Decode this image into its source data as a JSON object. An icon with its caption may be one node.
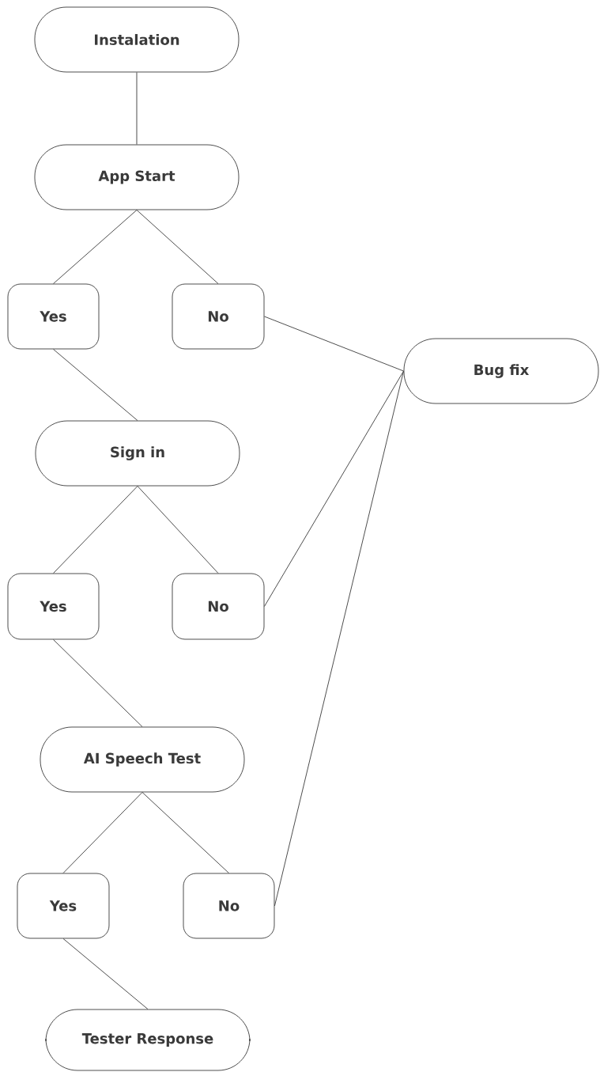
{
  "diagram": {
    "nodes": [
      {
        "text": [
          "Instalation"
        ]
      },
      {
        "text": [
          "App Start"
        ]
      },
      {
        "text": [
          "Yes"
        ]
      },
      {
        "text": [
          "No"
        ]
      },
      {
        "text": [
          "Bug fix"
        ]
      },
      {
        "text": [
          "Sign in"
        ]
      },
      {
        "text": [
          "Yes"
        ]
      },
      {
        "text": [
          "No"
        ]
      },
      {
        "text": [
          "AI Speech Test"
        ]
      },
      {
        "text": [
          "Yes"
        ]
      },
      {
        "text": [
          "No"
        ]
      },
      {
        "text": [
          "Tester Response"
        ]
      }
    ],
    "edges": [
      {
        "from": 0,
        "to": 1,
        "arrow": "none"
      },
      {
        "from": 1,
        "to": 2,
        "arrow": "none"
      },
      {
        "from": 1,
        "to": 3,
        "arrow": "none"
      },
      {
        "from": 2,
        "to": 5,
        "arrow": "none"
      },
      {
        "from": 3,
        "to": 4,
        "arrow": "none"
      },
      {
        "from": 5,
        "to": 6,
        "arrow": "none"
      },
      {
        "from": 5,
        "to": 7,
        "arrow": "none"
      },
      {
        "from": 7,
        "to": 4,
        "arrow": "none"
      },
      {
        "from": 6,
        "to": 8,
        "arrow": "none"
      },
      {
        "from": 8,
        "to": 9,
        "arrow": "none"
      },
      {
        "from": 8,
        "to": 10,
        "arrow": "none"
      },
      {
        "from": 10,
        "to": 4,
        "arrow": "none"
      },
      {
        "from": 9,
        "to": 11,
        "arrow": "none"
      }
    ]
  }
}
